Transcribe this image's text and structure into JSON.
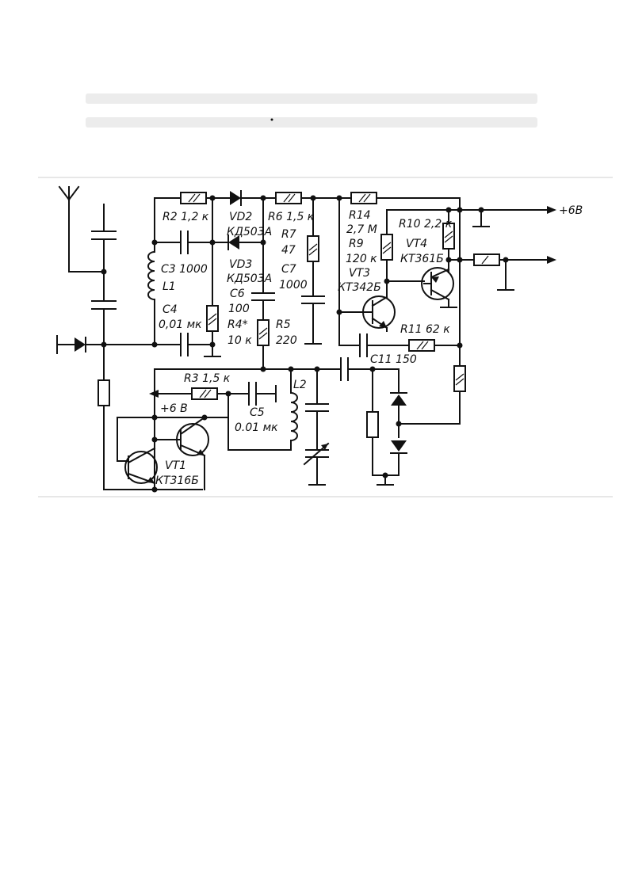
{
  "labels": {
    "r2": "R2  1,2 к",
    "vd2": "VD2",
    "vd2_type": "КД503А",
    "r6": "R6  1,5 к",
    "r14": "R14",
    "r14_val": "2,7 М",
    "plus6v_top": "+6В",
    "r10": "R10  2,2 к",
    "vt4": "VT4",
    "vt4_type": "КТ361Б",
    "c3": "C3  1000",
    "l1": "L1",
    "vd3": "VD3",
    "vd3_type": "КД503А",
    "r7": "R7",
    "r7_val": "47",
    "r9": "R9",
    "r9_val": "120 к",
    "vt3": "VT3",
    "vt3_type": "КТ342Б",
    "c6": "C6",
    "c6_val": "100",
    "c7": "C7",
    "c7_val": "1000",
    "c4": "C4",
    "c4_val": "0,01 мк",
    "r4": "R4*",
    "r4_val": "10 к",
    "r5": "R5",
    "r5_val": "220",
    "r11": "R11  62 к",
    "c11": "C11  150",
    "r3": "R3   1,5 к",
    "l2": "L2",
    "plus6v_left": "+6 В",
    "c5": "C5",
    "c5_val": "0.01 мк",
    "vt1": "VT1",
    "vt1_type": "КТ316Б"
  }
}
